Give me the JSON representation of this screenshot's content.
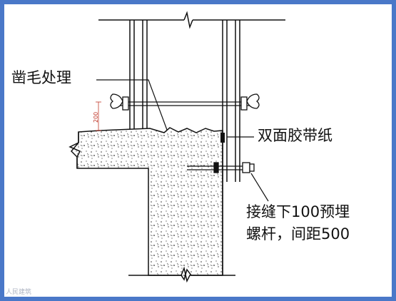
{
  "labels": {
    "chisel": "凿毛处理",
    "tape": "双面胶带纸",
    "bolt_line1": "接缝下100预埋",
    "bolt_line2": "螺杆，间距500",
    "dimension": "200"
  },
  "watermark": "人民建筑",
  "colors": {
    "frame": "#4a78c8",
    "line": "#111111",
    "dimension": "#c0392b"
  }
}
